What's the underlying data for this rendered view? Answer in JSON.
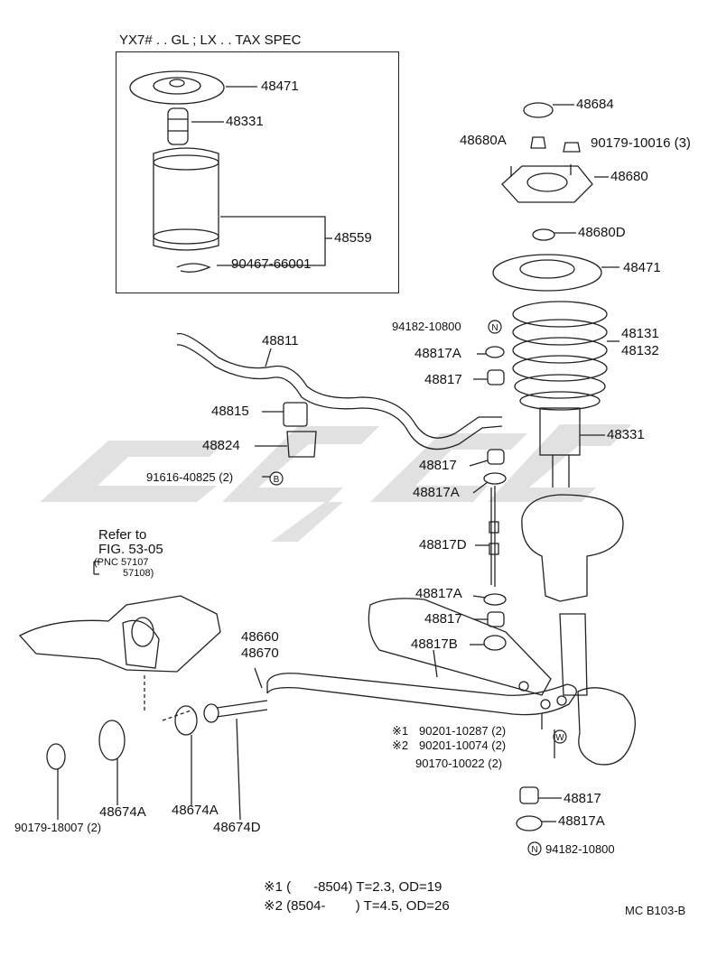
{
  "inset": {
    "title": "YX7# . . GL ; LX . . TAX SPEC",
    "parts": {
      "p1": "48471",
      "p2": "48331",
      "p3": "48559",
      "p4": "90467-66001"
    }
  },
  "labels": {
    "l48684": "48684",
    "l48680A": "48680A",
    "l90179_10016": "90179-10016 (3)",
    "l48680": "48680",
    "l48680D": "48680D",
    "l48471": "48471",
    "l94182_top": "94182-10800",
    "l48131": "48131",
    "l48132": "48132",
    "l48817A_1": "48817A",
    "l48817_1": "48817",
    "l48331": "48331",
    "l48811": "48811",
    "l48815": "48815",
    "l48824": "48824",
    "l91616": "91616-40825 (2)",
    "l48817_2": "48817",
    "l48817A_2": "48817A",
    "l48817D": "48817D",
    "l48817A_3": "48817A",
    "l48817_3": "48817",
    "l48817B": "48817B",
    "refer": "Refer to",
    "fig": "FIG. 53-05",
    "pnc1": "(PNC 57107",
    "pnc2": "57108)",
    "l48660": "48660",
    "l48670": "48670",
    "l90201a": "90201-10287 (2)",
    "l90201b": "90201-10074 (2)",
    "l90170": "90170-10022 (2)",
    "l48817_4": "48817",
    "l48817A_4": "48817A",
    "l94182_bot": "94182-10800",
    "l90179_18007": "90179-18007 (2)",
    "l48674A_1": "48674A",
    "l48674A_2": "48674A",
    "l48674D": "48674D",
    "m1": "※1",
    "m2": "※2"
  },
  "symbols": {
    "N": "N",
    "B": "B",
    "W": "W"
  },
  "footnotes": {
    "f1": "※1 (      -8504) T=2.3, OD=19",
    "f2": "※2 (8504-        ) T=4.5, OD=26"
  },
  "code": "MC B103-B",
  "colors": {
    "line": "#222222",
    "watermark": "#d9d9d9"
  }
}
